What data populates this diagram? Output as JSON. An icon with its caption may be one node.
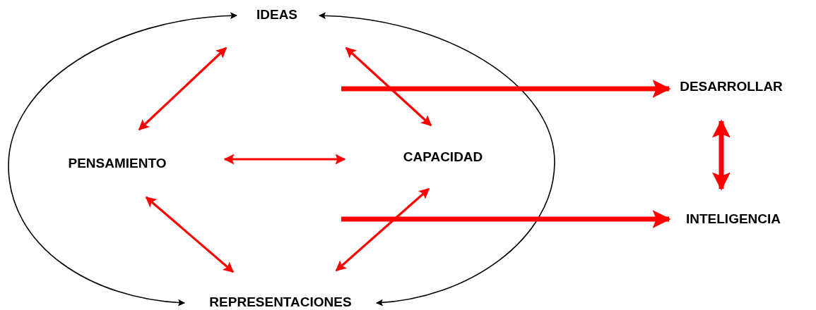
{
  "diagram": {
    "nodes": [
      {
        "text": [
          "IDEAS"
        ]
      },
      {
        "text": [
          "PENSAMIENTO"
        ]
      },
      {
        "text": [
          "CAPACIDAD"
        ]
      },
      {
        "text": [
          "REPRESENTACIONES"
        ]
      },
      {
        "text": [
          "DESARROLLAR"
        ]
      },
      {
        "text": [
          "INTELIGENCIA"
        ]
      }
    ],
    "edges": [
      {
        "from": 3,
        "to": 0,
        "arrow": "both",
        "color": "#000000"
      },
      {
        "from": 0,
        "to": 3,
        "arrow": "both",
        "color": "#000000"
      },
      {
        "from": 0,
        "to": 1,
        "arrow": "both"
      },
      {
        "from": 0,
        "to": 2,
        "arrow": "both"
      },
      {
        "from": 1,
        "to": 2,
        "arrow": "both"
      },
      {
        "from": 1,
        "to": 3,
        "arrow": "both"
      },
      {
        "from": 2,
        "to": 3,
        "arrow": "both"
      },
      {
        "from": null,
        "to": 4,
        "arrow": "to",
        "style": "thick"
      },
      {
        "from": null,
        "to": 5,
        "arrow": "to",
        "style": "thick"
      },
      {
        "from": 4,
        "to": 5,
        "arrow": "both",
        "style": "thick"
      }
    ]
  }
}
